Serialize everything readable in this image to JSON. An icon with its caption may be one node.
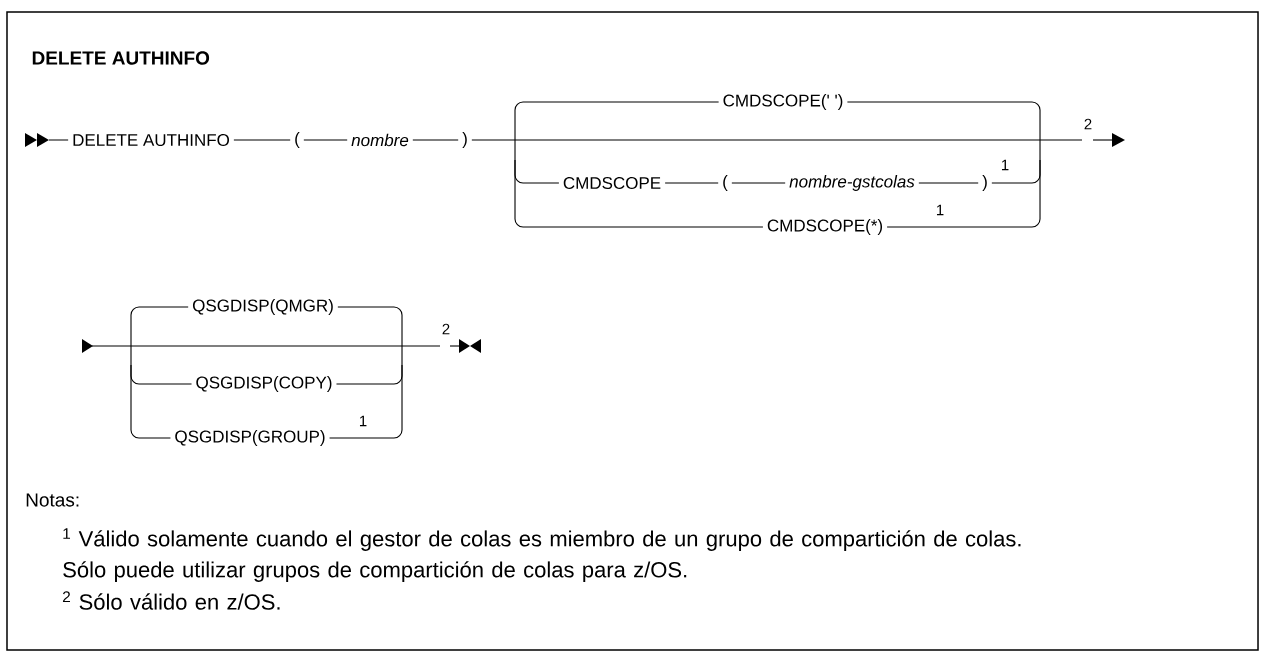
{
  "diagram": {
    "title": "DELETE AUTHINFO",
    "labels": [
      "DELETE AUTHINFO",
      "(",
      "nombre",
      ")",
      "CMDSCOPE(' ')",
      "2",
      "CMDSCOPE",
      "(",
      "nombre-gstcolas",
      ")",
      "1",
      "CMDSCOPE(*)",
      "1",
      "QSGDISP(QMGR)",
      "2",
      "QSGDISP(COPY)",
      "QSGDISP(GROUP)",
      "1",
      "Notas:",
      "$^{1}$ Válido solamente cuando el gestor de colas es miembro de un grupo de compartición de colas. Sólo puede utilizar grupos de compartición de colas para z/OS.",
      "$^{2}$ Sólo válido en z/OS."
    ]
  }
}
